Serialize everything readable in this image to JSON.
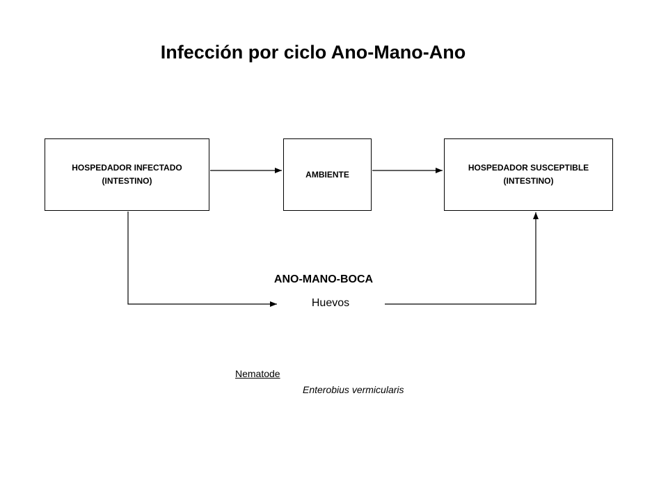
{
  "title": "Infección por ciclo Ano-Mano-Ano",
  "boxes": {
    "infected": {
      "line1": "HOSPEDADOR INFECTADO",
      "line2": "(INTESTINO)"
    },
    "environment": {
      "line1": "AMBIENTE"
    },
    "susceptible": {
      "line1": "HOSPEDADOR SUSCEPTIBLE",
      "line2": "(INTESTINO)"
    }
  },
  "route": {
    "label": "ANO-MANO-BOCA",
    "vehicle": "Huevos"
  },
  "taxonomy": {
    "group": "Nematode",
    "species": "Enterobius vermicularis"
  }
}
